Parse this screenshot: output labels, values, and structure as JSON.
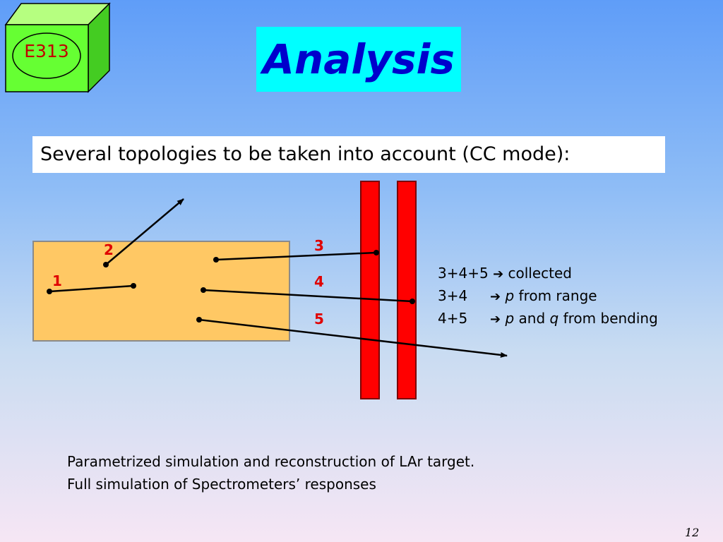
{
  "logo": {
    "label": "E313"
  },
  "title": "Analysis",
  "subtitle": "Several topologies to be taken into account (CC mode):",
  "topology_labels": [
    "1",
    "2",
    "3",
    "4",
    "5"
  ],
  "legend": [
    {
      "combo": "3+4+5",
      "arrow": "➔",
      "text": "collected"
    },
    {
      "combo": "3+4",
      "arrow": "➔",
      "var1": "p",
      "text": "from range"
    },
    {
      "combo": "4+5",
      "arrow": "➔",
      "var1": "p",
      "conj": "and",
      "var2": "q",
      "text": "from bending"
    }
  ],
  "notes": [
    "Parametrized simulation and reconstruction of LAr target.",
    "Full simulation of Spectrometers’ responses"
  ],
  "page_number": "12",
  "colors": {
    "target_fill": "#ffc864",
    "spectrometer_fill": "#ff0000",
    "label_color": "#e00000",
    "title_bg": "#00ffff",
    "title_color": "#0000cc",
    "logo_green": "#66ff33"
  }
}
